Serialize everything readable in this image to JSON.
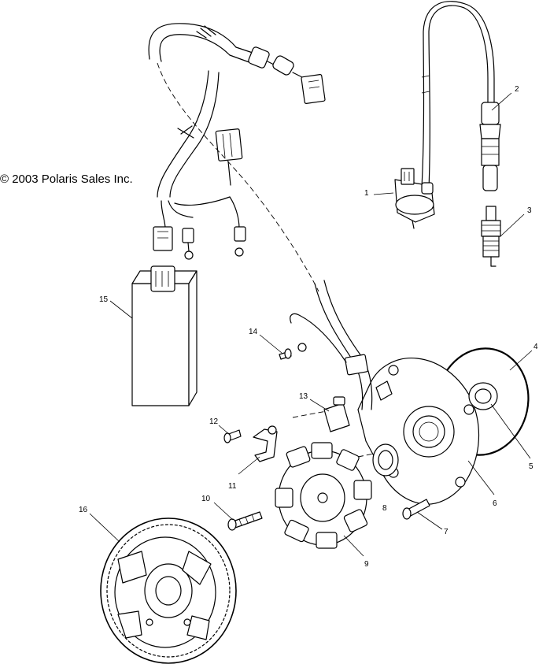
{
  "copyright": "© 2003 Polaris Sales Inc.",
  "callouts": {
    "c1": "1",
    "c2": "2",
    "c3": "3",
    "c4": "4",
    "c5": "5",
    "c6": "6",
    "c7": "7",
    "c8": "8",
    "c9": "9",
    "c10": "10",
    "c11": "11",
    "c12": "12",
    "c13": "13",
    "c14": "14",
    "c15": "15",
    "c16": "16"
  }
}
